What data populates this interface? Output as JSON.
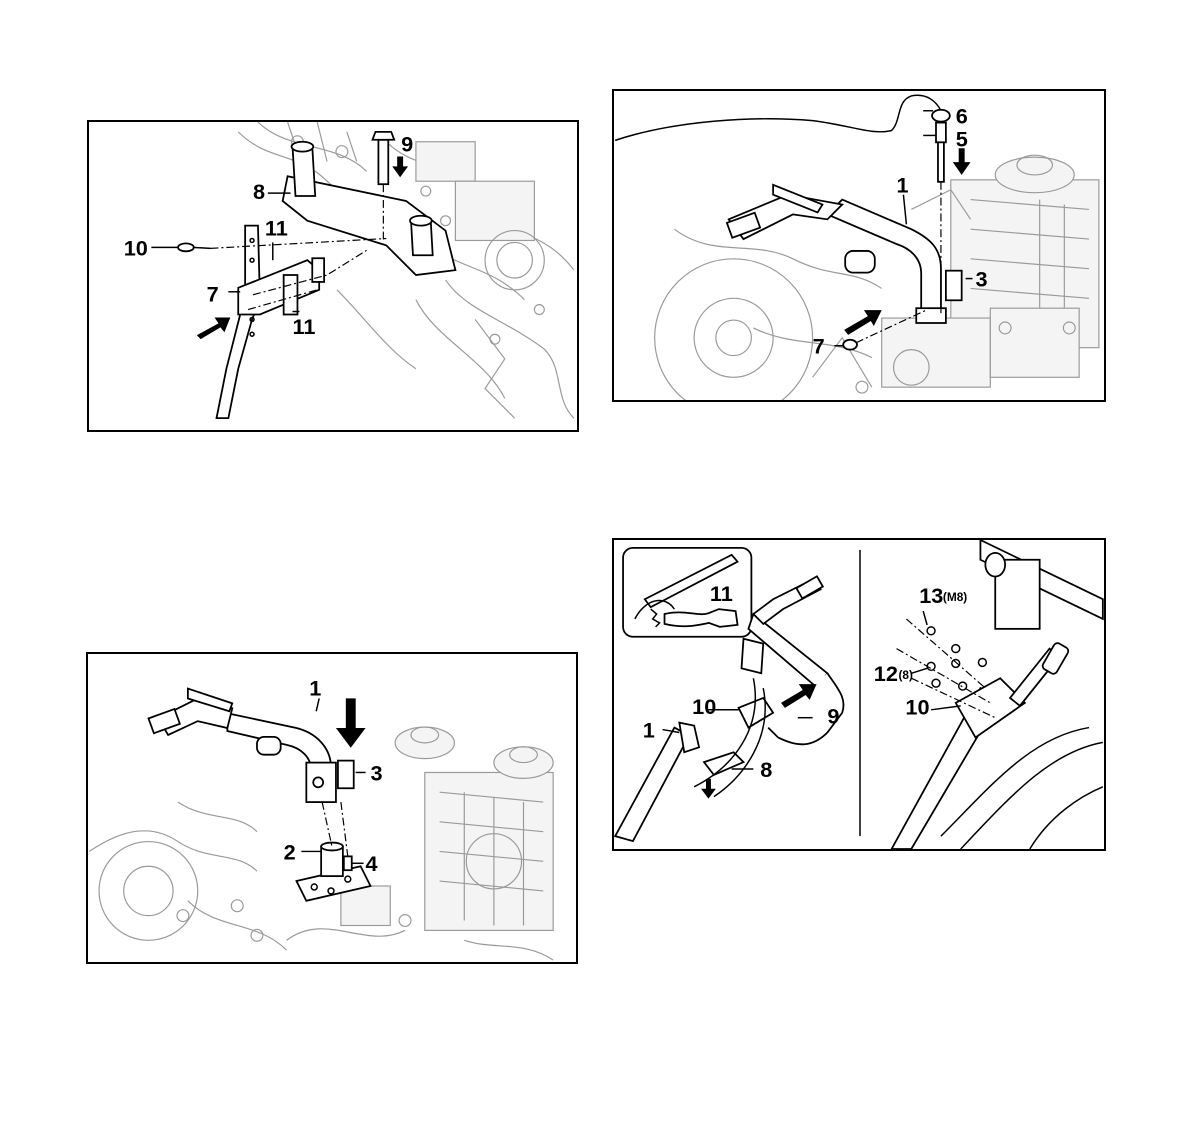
{
  "figures": [
    {
      "id": "fig-1",
      "labels": [
        "8",
        "9",
        "10",
        "11",
        "11",
        "7"
      ]
    },
    {
      "id": "fig-2",
      "labels": [
        "6",
        "5",
        "1",
        "3",
        "7"
      ]
    },
    {
      "id": "fig-3",
      "labels": [
        "1",
        "3",
        "2",
        "4"
      ]
    },
    {
      "id": "fig-4",
      "labels": [
        "11",
        "10",
        "9",
        "1",
        "8",
        "13",
        "(M8)",
        "12",
        "(8)",
        "10"
      ]
    }
  ]
}
